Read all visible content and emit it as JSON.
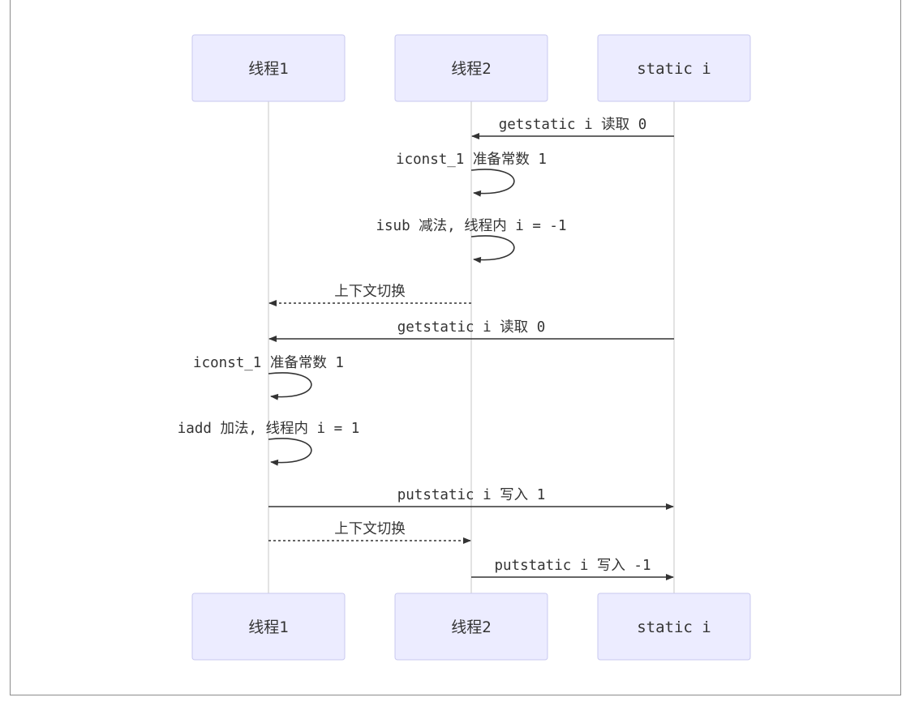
{
  "participants": [
    {
      "id": "t1",
      "label": "线程1"
    },
    {
      "id": "t2",
      "label": "线程2"
    },
    {
      "id": "si",
      "label": "static i"
    }
  ],
  "messages": [
    {
      "from": "si",
      "to": "t2",
      "text": "getstatic i 读取 0",
      "style": "solid"
    },
    {
      "from": "t2",
      "to": "t2",
      "text": "iconst_1 准备常数 1",
      "style": "solid"
    },
    {
      "from": "t2",
      "to": "t2",
      "text": "isub 减法, 线程内 i = -1",
      "style": "solid"
    },
    {
      "from": "t2",
      "to": "t1",
      "text": "上下文切换",
      "style": "dashed"
    },
    {
      "from": "si",
      "to": "t1",
      "text": "getstatic i 读取 0",
      "style": "solid"
    },
    {
      "from": "t1",
      "to": "t1",
      "text": "iconst_1 准备常数 1",
      "style": "solid"
    },
    {
      "from": "t1",
      "to": "t1",
      "text": "iadd 加法, 线程内 i = 1",
      "style": "solid"
    },
    {
      "from": "t1",
      "to": "si",
      "text": "putstatic i 写入 1",
      "style": "solid"
    },
    {
      "from": "t1",
      "to": "t2",
      "text": "上下文切换",
      "style": "dashed"
    },
    {
      "from": "t2",
      "to": "si",
      "text": "putstatic i 写入 -1",
      "style": "solid"
    }
  ],
  "colors": {
    "actor_fill": "#ececff",
    "actor_border": "#c9c9ef",
    "line": "#333333",
    "lifeline": "#d0d0d0",
    "frame": "#8c8c8c"
  }
}
